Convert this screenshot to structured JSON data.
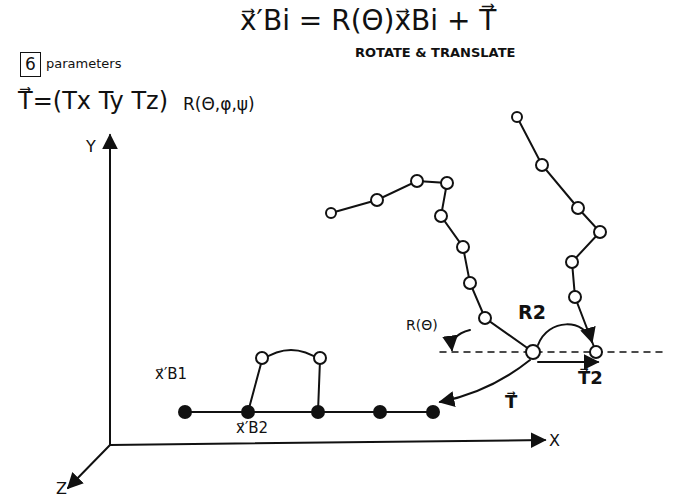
{
  "diagram": {
    "nodes": [
      {
        "text": [
          "6"
        ]
      }
    ],
    "labels": [
      "x⃗′Bi = R(Θ)x⃗Bi + T⃗",
      "ROTATE & TRANSLATE",
      "parameters",
      "T⃗=(Tx Ty Tz)",
      "R(Θ,φ,ψ)",
      "Y",
      "X",
      "Z",
      "x⃗′B1",
      "x⃗′B2",
      "R(Θ)",
      "R2",
      "T⃗",
      "T⃗2"
    ]
  }
}
